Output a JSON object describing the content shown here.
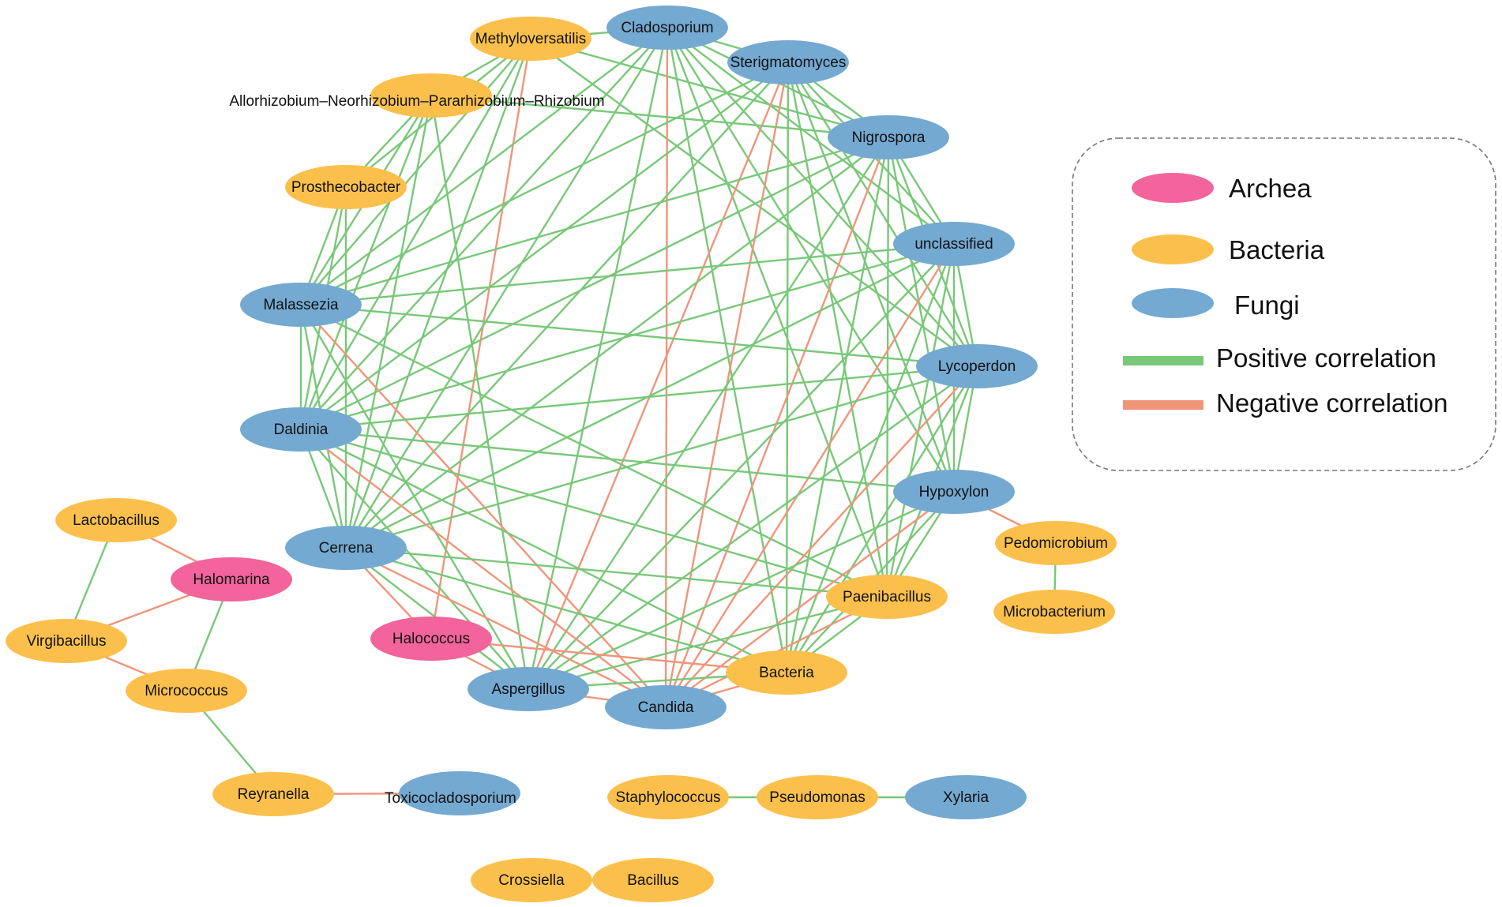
{
  "colors": {
    "archea": "#f2649b",
    "bacteria": "#fbc04c",
    "fungi": "#74a9d1",
    "positive": "#78c878",
    "negative": "#f0957a"
  },
  "legend": {
    "items": [
      {
        "key": "archea",
        "label": "Archea"
      },
      {
        "key": "bacteria",
        "label": "Bacteria"
      },
      {
        "key": "fungi",
        "label": "Fungi"
      },
      {
        "key": "positive",
        "label": "Positive correlation"
      },
      {
        "key": "negative",
        "label": "Negative correlation"
      }
    ]
  },
  "nodes": [
    {
      "id": "cladosporium",
      "label": "Cladosporium",
      "group": "fungi"
    },
    {
      "id": "methyloversatilis",
      "label": "Methyloversatilis",
      "group": "bacteria"
    },
    {
      "id": "sterigmatomyces",
      "label": "Sterigmatomyces",
      "group": "fungi"
    },
    {
      "id": "allorhizobium",
      "label": "Allorhizobium–Neorhizobium–Pararhizobium–Rhizobium",
      "group": "bacteria"
    },
    {
      "id": "nigrospora",
      "label": "Nigrospora",
      "group": "fungi"
    },
    {
      "id": "prosthecobacter",
      "label": "Prosthecobacter",
      "group": "bacteria"
    },
    {
      "id": "unclassified",
      "label": "unclassified",
      "group": "fungi"
    },
    {
      "id": "malassezia",
      "label": "Malassezia",
      "group": "fungi"
    },
    {
      "id": "lycoperdon",
      "label": "Lycoperdon",
      "group": "fungi"
    },
    {
      "id": "daldinia",
      "label": "Daldinia",
      "group": "fungi"
    },
    {
      "id": "hypoxylon",
      "label": "Hypoxylon",
      "group": "fungi"
    },
    {
      "id": "cerrena",
      "label": "Cerrena",
      "group": "fungi"
    },
    {
      "id": "paenibacillus",
      "label": "Paenibacillus",
      "group": "bacteria"
    },
    {
      "id": "halococcus",
      "label": "Halococcus",
      "group": "archea"
    },
    {
      "id": "bacteria",
      "label": "Bacteria",
      "group": "bacteria"
    },
    {
      "id": "aspergillus",
      "label": "Aspergillus",
      "group": "fungi"
    },
    {
      "id": "candida",
      "label": "Candida",
      "group": "fungi"
    },
    {
      "id": "pedomicrobium",
      "label": "Pedomicrobium",
      "group": "bacteria"
    },
    {
      "id": "microbacterium",
      "label": "Microbacterium",
      "group": "bacteria"
    },
    {
      "id": "lactobacillus",
      "label": "Lactobacillus",
      "group": "bacteria"
    },
    {
      "id": "halomarina",
      "label": "Halomarina",
      "group": "archea"
    },
    {
      "id": "virgibacillus",
      "label": "Virgibacillus",
      "group": "bacteria"
    },
    {
      "id": "micrococcus",
      "label": "Micrococcus",
      "group": "bacteria"
    },
    {
      "id": "reyranella",
      "label": "Reyranella",
      "group": "bacteria"
    },
    {
      "id": "toxicocladosporium",
      "label": "Toxicocladosporium",
      "group": "fungi"
    },
    {
      "id": "staphylococcus",
      "label": "Staphylococcus",
      "group": "bacteria"
    },
    {
      "id": "pseudomonas",
      "label": "Pseudomonas",
      "group": "bacteria"
    },
    {
      "id": "xylaria",
      "label": "Xylaria",
      "group": "fungi"
    },
    {
      "id": "crossiella",
      "label": "Crossiella",
      "group": "bacteria"
    },
    {
      "id": "bacillus",
      "label": "Bacillus",
      "group": "bacteria"
    }
  ],
  "edges": [
    [
      "methyloversatilis",
      "cladosporium",
      "positive"
    ],
    [
      "methyloversatilis",
      "allorhizobium",
      "positive"
    ],
    [
      "methyloversatilis",
      "prosthecobacter",
      "positive"
    ],
    [
      "methyloversatilis",
      "malassezia",
      "positive"
    ],
    [
      "methyloversatilis",
      "daldinia",
      "positive"
    ],
    [
      "methyloversatilis",
      "cerrena",
      "positive"
    ],
    [
      "methyloversatilis",
      "halococcus",
      "negative"
    ],
    [
      "methyloversatilis",
      "nigrospora",
      "positive"
    ],
    [
      "methyloversatilis",
      "lycoperdon",
      "positive"
    ],
    [
      "cladosporium",
      "sterigmatomyces",
      "positive"
    ],
    [
      "cladosporium",
      "nigrospora",
      "positive"
    ],
    [
      "cladosporium",
      "unclassified",
      "positive"
    ],
    [
      "cladosporium",
      "malassezia",
      "positive"
    ],
    [
      "cladosporium",
      "daldinia",
      "positive"
    ],
    [
      "cladosporium",
      "cerrena",
      "positive"
    ],
    [
      "cladosporium",
      "aspergillus",
      "positive"
    ],
    [
      "cladosporium",
      "candida",
      "negative"
    ],
    [
      "cladosporium",
      "bacteria",
      "positive"
    ],
    [
      "cladosporium",
      "paenibacillus",
      "positive"
    ],
    [
      "cladosporium",
      "hypoxylon",
      "positive"
    ],
    [
      "cladosporium",
      "lycoperdon",
      "positive"
    ],
    [
      "sterigmatomyces",
      "nigrospora",
      "positive"
    ],
    [
      "sterigmatomyces",
      "unclassified",
      "positive"
    ],
    [
      "sterigmatomyces",
      "lycoperdon",
      "positive"
    ],
    [
      "sterigmatomyces",
      "hypoxylon",
      "positive"
    ],
    [
      "sterigmatomyces",
      "paenibacillus",
      "positive"
    ],
    [
      "sterigmatomyces",
      "bacteria",
      "positive"
    ],
    [
      "sterigmatomyces",
      "candida",
      "negative"
    ],
    [
      "sterigmatomyces",
      "aspergillus",
      "negative"
    ],
    [
      "sterigmatomyces",
      "cerrena",
      "positive"
    ],
    [
      "sterigmatomyces",
      "daldinia",
      "positive"
    ],
    [
      "sterigmatomyces",
      "malassezia",
      "positive"
    ],
    [
      "allorhizobium",
      "prosthecobacter",
      "positive"
    ],
    [
      "allorhizobium",
      "malassezia",
      "positive"
    ],
    [
      "allorhizobium",
      "daldinia",
      "positive"
    ],
    [
      "allorhizobium",
      "cerrena",
      "positive"
    ],
    [
      "allorhizobium",
      "aspergillus",
      "positive"
    ],
    [
      "allorhizobium",
      "nigrospora",
      "positive"
    ],
    [
      "prosthecobacter",
      "malassezia",
      "positive"
    ],
    [
      "prosthecobacter",
      "daldinia",
      "positive"
    ],
    [
      "prosthecobacter",
      "cerrena",
      "positive"
    ],
    [
      "nigrospora",
      "unclassified",
      "positive"
    ],
    [
      "nigrospora",
      "lycoperdon",
      "positive"
    ],
    [
      "nigrospora",
      "hypoxylon",
      "positive"
    ],
    [
      "nigrospora",
      "paenibacillus",
      "positive"
    ],
    [
      "nigrospora",
      "bacteria",
      "positive"
    ],
    [
      "nigrospora",
      "candida",
      "negative"
    ],
    [
      "nigrospora",
      "aspergillus",
      "positive"
    ],
    [
      "nigrospora",
      "cerrena",
      "positive"
    ],
    [
      "nigrospora",
      "daldinia",
      "positive"
    ],
    [
      "nigrospora",
      "malassezia",
      "positive"
    ],
    [
      "unclassified",
      "lycoperdon",
      "positive"
    ],
    [
      "unclassified",
      "hypoxylon",
      "positive"
    ],
    [
      "unclassified",
      "paenibacillus",
      "positive"
    ],
    [
      "unclassified",
      "bacteria",
      "positive"
    ],
    [
      "unclassified",
      "candida",
      "negative"
    ],
    [
      "unclassified",
      "aspergillus",
      "positive"
    ],
    [
      "unclassified",
      "cerrena",
      "positive"
    ],
    [
      "unclassified",
      "daldinia",
      "positive"
    ],
    [
      "unclassified",
      "malassezia",
      "positive"
    ],
    [
      "malassezia",
      "daldinia",
      "positive"
    ],
    [
      "malassezia",
      "cerrena",
      "positive"
    ],
    [
      "malassezia",
      "aspergillus",
      "positive"
    ],
    [
      "malassezia",
      "candida",
      "negative"
    ],
    [
      "malassezia",
      "paenibacillus",
      "positive"
    ],
    [
      "malassezia",
      "lycoperdon",
      "positive"
    ],
    [
      "lycoperdon",
      "hypoxylon",
      "positive"
    ],
    [
      "lycoperdon",
      "paenibacillus",
      "positive"
    ],
    [
      "lycoperdon",
      "bacteria",
      "positive"
    ],
    [
      "lycoperdon",
      "candida",
      "negative"
    ],
    [
      "lycoperdon",
      "aspergillus",
      "positive"
    ],
    [
      "lycoperdon",
      "cerrena",
      "positive"
    ],
    [
      "lycoperdon",
      "daldinia",
      "positive"
    ],
    [
      "daldinia",
      "cerrena",
      "positive"
    ],
    [
      "daldinia",
      "aspergillus",
      "positive"
    ],
    [
      "daldinia",
      "candida",
      "negative"
    ],
    [
      "daldinia",
      "bacteria",
      "positive"
    ],
    [
      "daldinia",
      "paenibacillus",
      "positive"
    ],
    [
      "daldinia",
      "hypoxylon",
      "positive"
    ],
    [
      "hypoxylon",
      "paenibacillus",
      "positive"
    ],
    [
      "hypoxylon",
      "bacteria",
      "positive"
    ],
    [
      "hypoxylon",
      "candida",
      "negative"
    ],
    [
      "hypoxylon",
      "aspergillus",
      "positive"
    ],
    [
      "hypoxylon",
      "pedomicrobium",
      "negative"
    ],
    [
      "cerrena",
      "aspergillus",
      "positive"
    ],
    [
      "cerrena",
      "halococcus",
      "negative"
    ],
    [
      "cerrena",
      "candida",
      "negative"
    ],
    [
      "cerrena",
      "bacteria",
      "positive"
    ],
    [
      "cerrena",
      "paenibacillus",
      "positive"
    ],
    [
      "paenibacillus",
      "bacteria",
      "positive"
    ],
    [
      "paenibacillus",
      "candida",
      "negative"
    ],
    [
      "paenibacillus",
      "aspergillus",
      "positive"
    ],
    [
      "halococcus",
      "aspergillus",
      "negative"
    ],
    [
      "halococcus",
      "bacteria",
      "negative"
    ],
    [
      "bacteria",
      "aspergillus",
      "positive"
    ],
    [
      "bacteria",
      "candida",
      "negative"
    ],
    [
      "aspergillus",
      "candida",
      "negative"
    ],
    [
      "pedomicrobium",
      "microbacterium",
      "positive"
    ],
    [
      "lactobacillus",
      "halomarina",
      "negative"
    ],
    [
      "lactobacillus",
      "virgibacillus",
      "positive"
    ],
    [
      "halomarina",
      "virgibacillus",
      "negative"
    ],
    [
      "halomarina",
      "micrococcus",
      "positive"
    ],
    [
      "virgibacillus",
      "micrococcus",
      "negative"
    ],
    [
      "micrococcus",
      "reyranella",
      "positive"
    ],
    [
      "reyranella",
      "toxicocladosporium",
      "negative"
    ],
    [
      "staphylococcus",
      "pseudomonas",
      "positive"
    ],
    [
      "pseudomonas",
      "xylaria",
      "positive"
    ],
    [
      "crossiella",
      "bacillus",
      "negative"
    ]
  ]
}
